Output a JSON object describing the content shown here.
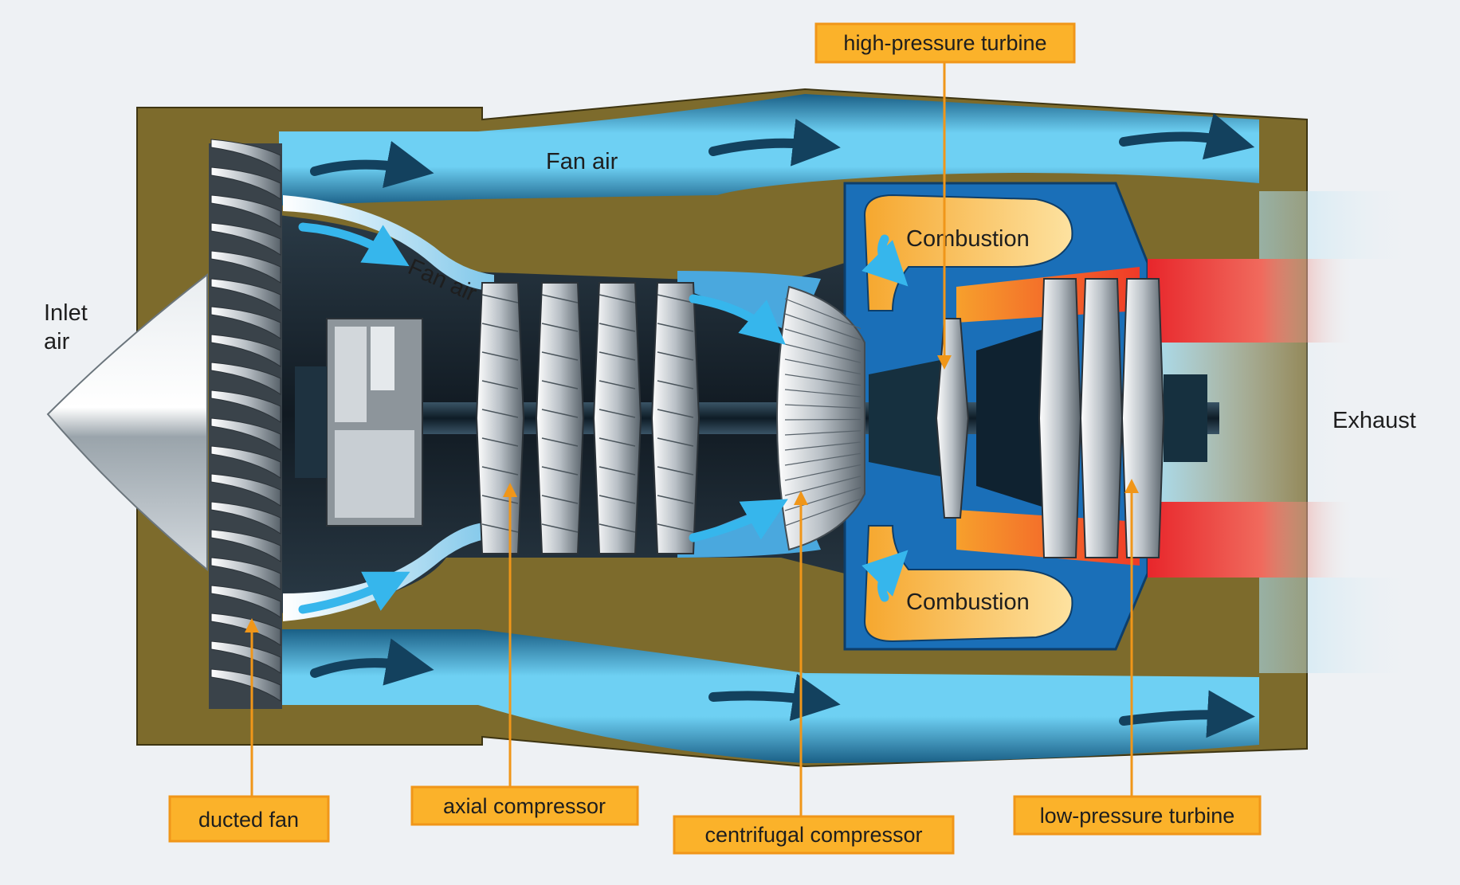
{
  "labels": {
    "inlet_air_line1": "Inlet",
    "inlet_air_line2": "air",
    "fan_air_top": "Fan air",
    "fan_air_core": "Fan air",
    "combustion_top": "Combustion",
    "combustion_bottom": "Combustion",
    "exhaust": "Exhaust"
  },
  "callouts": {
    "high_pressure_turbine": "high-pressure turbine",
    "ducted_fan": "ducted fan",
    "axial_compressor": "axial compressor",
    "centrifugal_compressor": "centrifugal compressor",
    "low_pressure_turbine": "low-pressure turbine"
  },
  "colors": {
    "background": "#eef1f4",
    "casing": "#7d6b2c",
    "bypass_duct": "#5fc3ea",
    "core_dark": "#1c2d3a",
    "combustion_hot": "#f7a833",
    "exhaust_red": "#ee2b2b",
    "callout_fill": "#fbb22a",
    "callout_border": "#f09619",
    "arrow_dark": "#13415e"
  }
}
